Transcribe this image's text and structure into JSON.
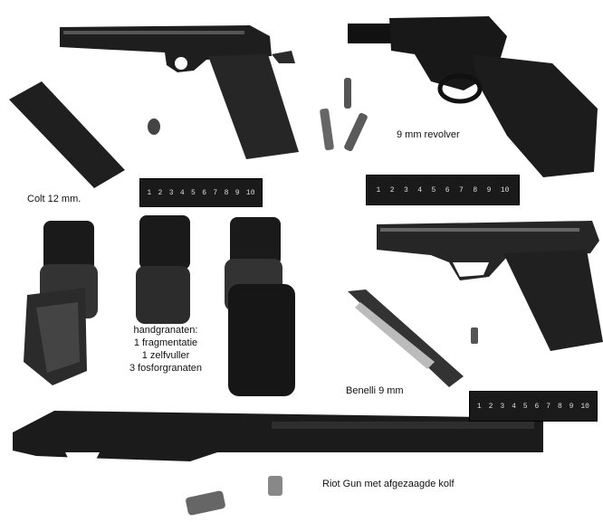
{
  "captions": {
    "colt": "Colt 12 mm.",
    "revolver": "9 mm revolver",
    "benelli": "Benelli 9 mm",
    "riot_gun": "Riot Gun met afgezaagde kolf"
  },
  "grenades": {
    "heading": "handgranaten:",
    "lines": [
      "1 fragmentatie",
      "1 zelfvuller",
      "3 fosforgranaten"
    ]
  },
  "ruler_labels": [
    "1",
    "2",
    "3",
    "4",
    "5",
    "6",
    "7",
    "8",
    "9",
    "10"
  ]
}
